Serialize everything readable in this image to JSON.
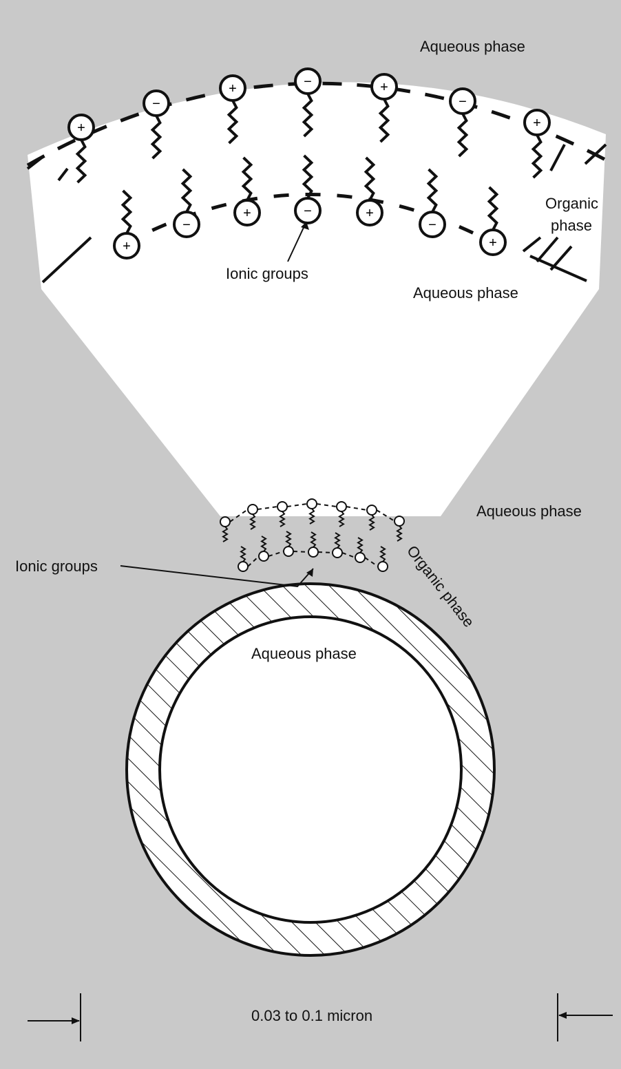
{
  "labels": {
    "aqueous_top_outer": "Aqueous phase",
    "aqueous_top_inner": "Aqueous phase",
    "organic_top_line1": "Organic",
    "organic_top_line2": "phase",
    "ionic_groups_top": "Ionic groups",
    "aqueous_right": "Aqueous phase",
    "ionic_groups_left": "Ionic groups",
    "organic_ring": "Organic phase",
    "aqueous_center": "Aqueous phase",
    "scale": "0.03 to 0.1 micron"
  },
  "outer_row_charges": [
    "+",
    "−",
    "+",
    "−",
    "+",
    "−",
    "+"
  ],
  "inner_row_charges": [
    "+",
    "−",
    "+",
    "−",
    "+",
    "−",
    "+"
  ],
  "colors": {
    "background": "#c9c9c9",
    "paper": "#ffffff",
    "ink": "#111111"
  }
}
